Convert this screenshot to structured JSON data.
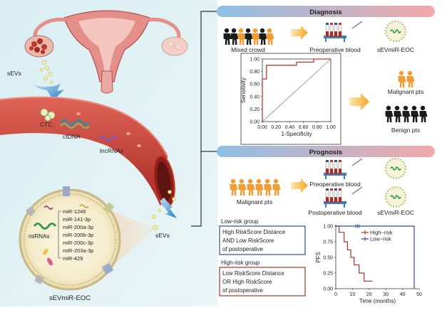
{
  "labels": {
    "sevs_top": "sEVs",
    "ctc": "CTC",
    "ctdna": "ctDNA",
    "lncrnas": "lncRNAs",
    "mirnas": "miRNAs",
    "sevs_mid": "sEVs",
    "sevmir_bottom": "sEVmiR-EOC"
  },
  "mirna_list": [
    "miR-1246",
    "miR-141-3p",
    "miR-200a-3p",
    "miR-200b-3p",
    "miR-200c-3p",
    "miR-203a-3p",
    "miR-429"
  ],
  "diagnosis": {
    "banner": "Diagnosis",
    "mixed_crowd": "Mixed crowd",
    "preop_blood": "Preoperative blood",
    "sevmir": "sEVmiR-EOC",
    "malignant": "Malignant pts",
    "benign": "Benign pts",
    "roc": {
      "ylabel": "Sensitivity",
      "xlabel": "1-Specificity",
      "yticks": [
        "1.00",
        "0.80",
        "0.60",
        "0.40",
        "0.20",
        "0.00"
      ],
      "xticks": [
        "0.00",
        "0.20",
        "0.40",
        "0.60",
        "0.80",
        "1.00"
      ]
    }
  },
  "prognosis": {
    "banner": "Prognosis",
    "malignant": "Malignant pts",
    "preop_blood": "Preoperative blood",
    "postop_blood": "Postoperative blood",
    "sevmir": "sEVmiR-EOC",
    "low_group": "Low-risk group",
    "low_box": [
      "High RiskScore Distance",
      "AND Low RiskScore",
      "of postoperative"
    ],
    "high_group": "High-risk group",
    "high_box": [
      "Low RiskScore Distance",
      "OR High RiskScore",
      "of postoperative"
    ],
    "km": {
      "ylabel": "PFS",
      "xlabel": "Time (months)",
      "yticks": [
        "1.00",
        "0.75",
        "0.50",
        "0.25",
        "0.00"
      ],
      "xticks": [
        "0",
        "10",
        "20",
        "30",
        "40",
        "50"
      ],
      "legend_high": "High−risk",
      "legend_low": "Low−risk"
    }
  },
  "colors": {
    "roc_curve": "#c0392b",
    "high_risk": "#a93226",
    "low_risk": "#2e4c9a",
    "banner_left": "#7fb2dc",
    "banner_right": "#f2a3a3",
    "vessel": "#c0392b",
    "arrow_blue": "#3a8fd0",
    "arrow_orange": "#f5b041",
    "person_orange": "#f39c33",
    "person_black": "#1b1b1b"
  },
  "chart_data": [
    {
      "type": "line",
      "xlabel": "1-Specificity",
      "ylabel": "Sensitivity",
      "xlim": [
        0,
        1
      ],
      "ylim": [
        0,
        1
      ],
      "series": [
        {
          "x": [
            0,
            0,
            0.06,
            0.06,
            0.5,
            0.5,
            0.75,
            0.75,
            1.0
          ],
          "y": [
            0,
            0.68,
            0.68,
            0.9,
            0.9,
            0.95,
            0.95,
            1.0,
            1.0
          ]
        }
      ]
    },
    {
      "type": "line",
      "xlabel": "Time (months)",
      "ylabel": "PFS",
      "xlim": [
        0,
        50
      ],
      "ylim": [
        0,
        1
      ],
      "series": [
        {
          "name": "High−risk",
          "x": [
            0,
            2,
            2,
            5,
            5,
            7,
            7,
            9,
            9,
            11,
            11,
            14,
            14,
            17,
            17,
            22
          ],
          "y": [
            1,
            1,
            0.9,
            0.9,
            0.75,
            0.75,
            0.62,
            0.62,
            0.5,
            0.5,
            0.38,
            0.38,
            0.25,
            0.25,
            0.12,
            0.12
          ]
        },
        {
          "name": "Low−risk",
          "x": [
            0,
            47,
            47
          ],
          "y": [
            1,
            1,
            0
          ]
        }
      ]
    }
  ]
}
